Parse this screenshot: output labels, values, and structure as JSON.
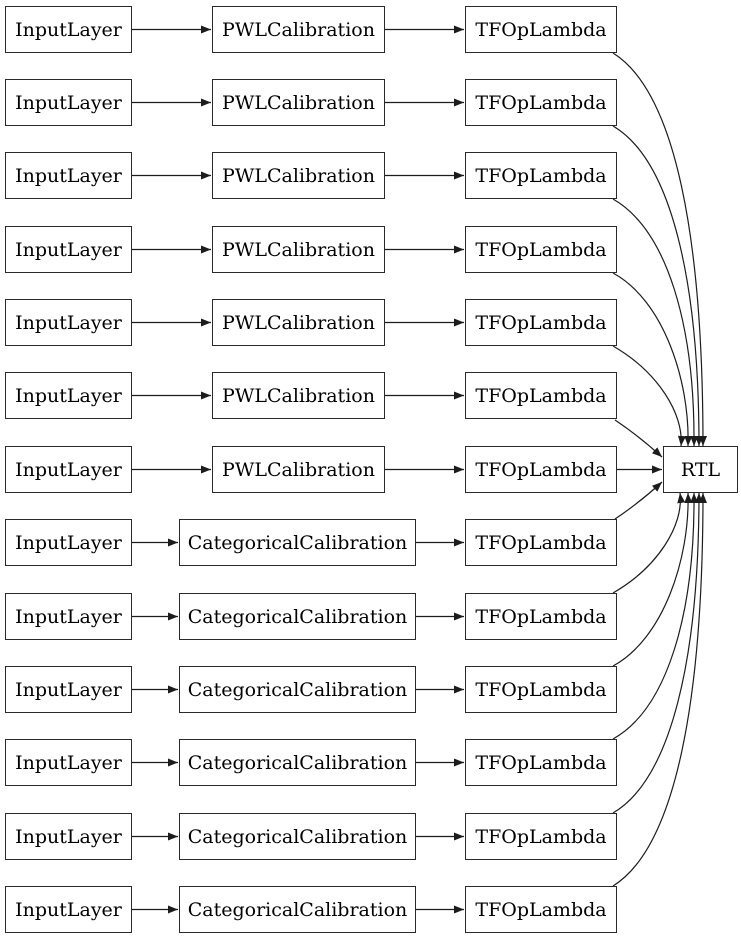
{
  "diagram": {
    "background_color": "#ffffff",
    "node_fill_color": "#ffffff",
    "node_border_color": "#2a2a2a",
    "edge_color": "#1c1c1c",
    "rtl_label": "RTL",
    "rows": [
      {
        "input": "InputLayer",
        "calibration": "PWLCalibration",
        "lambda": "TFOpLambda"
      },
      {
        "input": "InputLayer",
        "calibration": "PWLCalibration",
        "lambda": "TFOpLambda"
      },
      {
        "input": "InputLayer",
        "calibration": "PWLCalibration",
        "lambda": "TFOpLambda"
      },
      {
        "input": "InputLayer",
        "calibration": "PWLCalibration",
        "lambda": "TFOpLambda"
      },
      {
        "input": "InputLayer",
        "calibration": "PWLCalibration",
        "lambda": "TFOpLambda"
      },
      {
        "input": "InputLayer",
        "calibration": "PWLCalibration",
        "lambda": "TFOpLambda"
      },
      {
        "input": "InputLayer",
        "calibration": "PWLCalibration",
        "lambda": "TFOpLambda"
      },
      {
        "input": "InputLayer",
        "calibration": "CategoricalCalibration",
        "lambda": "TFOpLambda"
      },
      {
        "input": "InputLayer",
        "calibration": "CategoricalCalibration",
        "lambda": "TFOpLambda"
      },
      {
        "input": "InputLayer",
        "calibration": "CategoricalCalibration",
        "lambda": "TFOpLambda"
      },
      {
        "input": "InputLayer",
        "calibration": "CategoricalCalibration",
        "lambda": "TFOpLambda"
      },
      {
        "input": "InputLayer",
        "calibration": "CategoricalCalibration",
        "lambda": "TFOpLambda"
      },
      {
        "input": "InputLayer",
        "calibration": "CategoricalCalibration",
        "lambda": "TFOpLambda"
      }
    ]
  }
}
